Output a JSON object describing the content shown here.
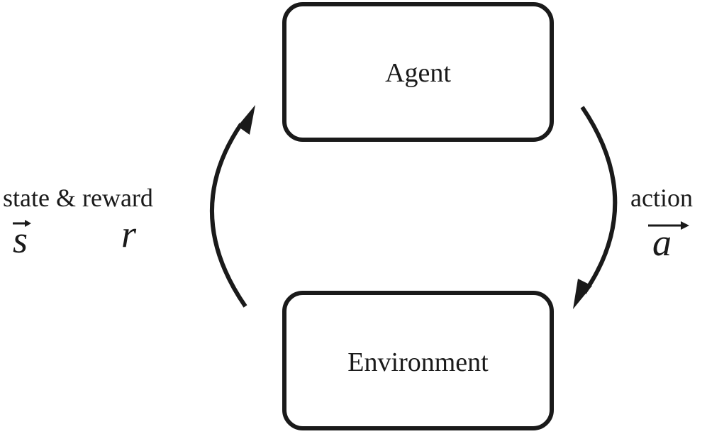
{
  "nodes": {
    "agent": {
      "label": "Agent"
    },
    "environment": {
      "label": "Environment"
    }
  },
  "edges": {
    "state_reward": {
      "label": "state & reward",
      "state_symbol": "s",
      "reward_symbol": "r"
    },
    "action": {
      "label": "action",
      "action_symbol": "a"
    }
  },
  "colors": {
    "stroke": "#1a1a1a",
    "background": "#ffffff"
  }
}
